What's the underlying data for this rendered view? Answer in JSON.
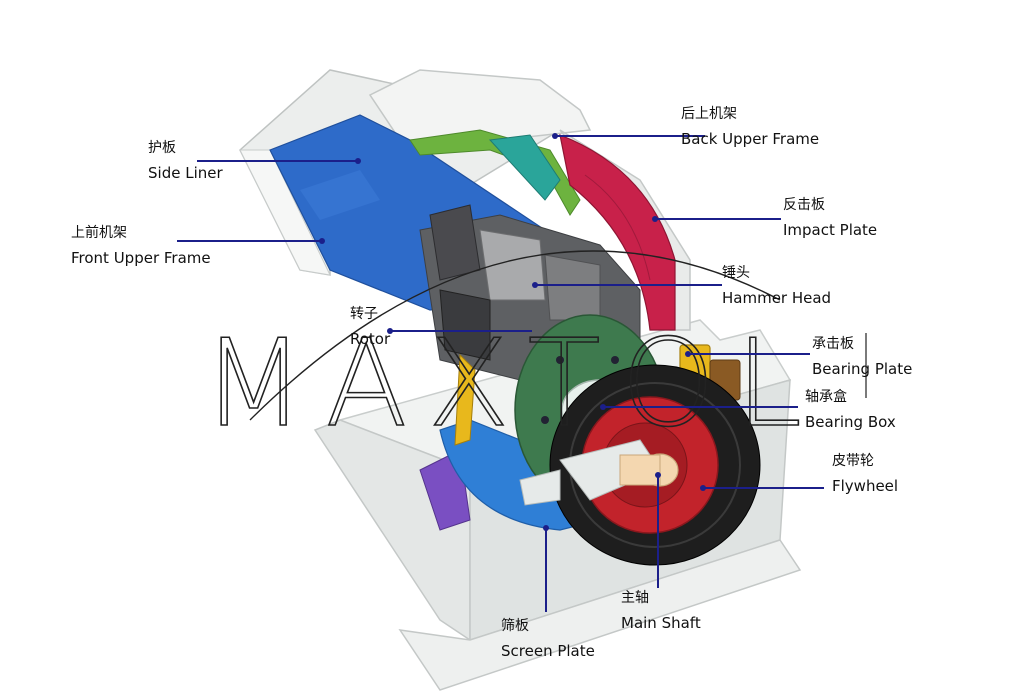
{
  "watermark": {
    "text": "MAXTOL"
  },
  "labels": {
    "back_upper_frame": {
      "zh": "后上机架",
      "en": "Back Upper Frame"
    },
    "side_liner": {
      "zh": "护板",
      "en": "Side Liner"
    },
    "impact_plate": {
      "zh": "反击板",
      "en": "Impact Plate"
    },
    "front_upper_frame": {
      "zh": "上前机架",
      "en": "Front Upper Frame"
    },
    "hammer_head": {
      "zh": "锤头",
      "en": "Hammer Head"
    },
    "rotor": {
      "zh": "转子",
      "en": "Rotor"
    },
    "bearing_plate": {
      "zh": "承击板",
      "en": "Bearing Plate"
    },
    "bearing_box": {
      "zh": "轴承盒",
      "en": "Bearing Box"
    },
    "flywheel": {
      "zh": "皮带轮",
      "en": "Flywheel"
    },
    "main_shaft": {
      "zh": "主轴",
      "en": "Main Shaft"
    },
    "screen_plate": {
      "zh": "筛板",
      "en": "Screen Plate"
    }
  },
  "colors": {
    "leader": "#1b1f8a",
    "frame": "#e9eceb",
    "side_liner": "#2e6bc9",
    "impact_plate": "#c8214a",
    "hammer": "#4a4a4e",
    "rotor_disc": "#3e7a4e",
    "screen_plate": "#2f7fd6",
    "bearing_plate": "#e8b81c",
    "flywheel_rim": "#1e1e1e",
    "flywheel_hub": "#c2232b",
    "shaft": "#f4d7b0",
    "liner_green": "#6db33f",
    "purple_liner": "#7a4fc2"
  }
}
